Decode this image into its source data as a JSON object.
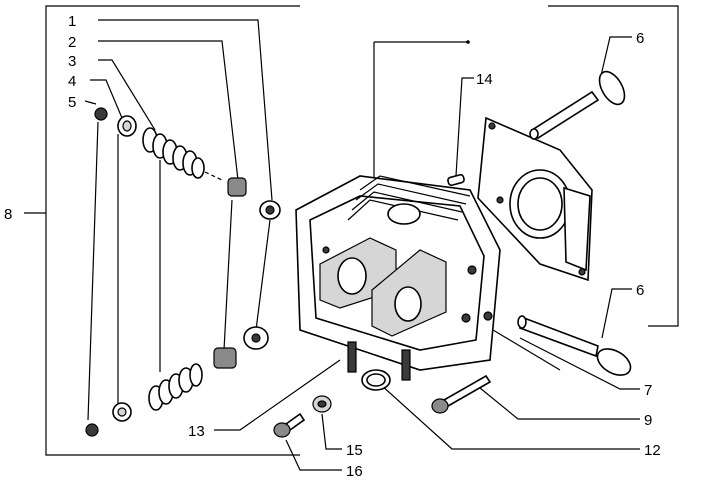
{
  "callouts": [
    "1",
    "2",
    "3",
    "4",
    "5",
    "6",
    "6",
    "7",
    "8",
    "9",
    "12",
    "13",
    "14",
    "15",
    "16"
  ]
}
